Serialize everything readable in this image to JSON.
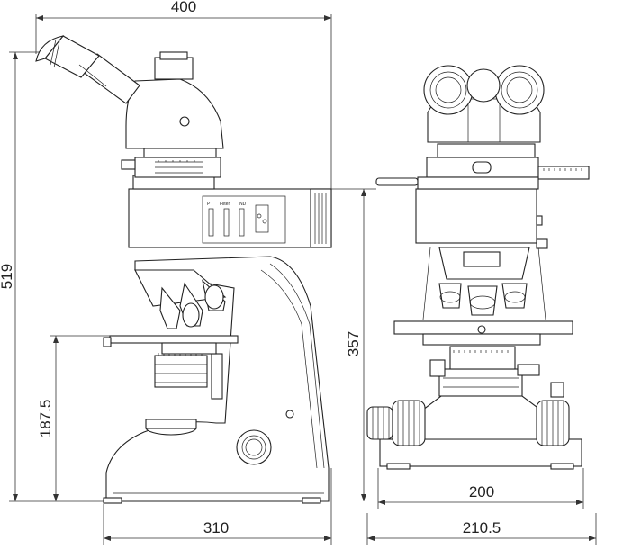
{
  "dimensions": {
    "overall_width": "400",
    "overall_height": "519",
    "stage_height": "187.5",
    "base_depth": "310",
    "front_height": "357",
    "front_base_inner": "200",
    "front_base_outer": "210.5"
  },
  "panel_labels": {
    "filter": "Filter",
    "nd": "ND",
    "p": "P"
  }
}
